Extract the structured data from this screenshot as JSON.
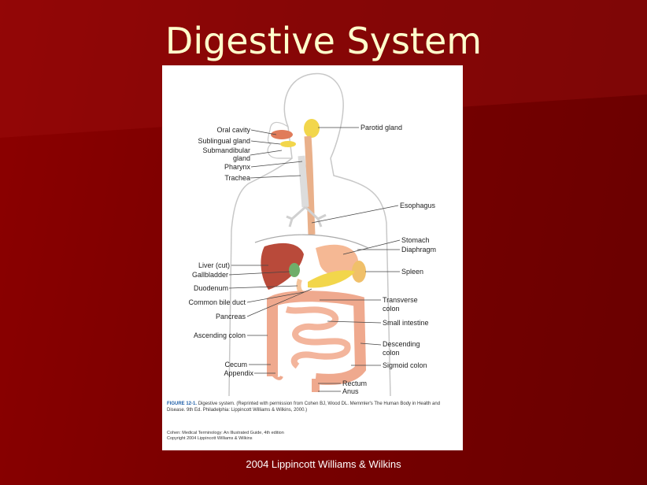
{
  "slide": {
    "title": "Digestive System",
    "footer": "2004 Lippincott Williams & Wilkins"
  },
  "figure": {
    "labels_left": [
      "Oral cavity",
      "Sublingual gland",
      "Submandibular",
      "gland",
      "Pharynx",
      "Trachea",
      "Liver (cut)",
      "Gallbladder",
      "Duodenum",
      "Common bile duct",
      "Pancreas",
      "Ascending colon",
      "Cecum",
      "Appendix"
    ],
    "labels_right": [
      "Parotid gland",
      "Esophagus",
      "Stomach",
      "Diaphragm",
      "Spleen",
      "Transverse",
      "colon",
      "Small intestine",
      "Descending",
      "colon",
      "Sigmoid colon"
    ],
    "labels_bottom": [
      "Rectum",
      "Anus"
    ],
    "caption_heading": "FIGURE 12-1.",
    "caption_text": "Digestive system. (Reprinted with permission from Cohen BJ, Wood DL. Memmler's The Human Body in Health and Disease. 9th Ed. Philadelphia: Lippincott Williams & Wilkins, 2000.)",
    "credit_line1": "Cohen: Medical Terminology: An Illustrated Guide, 4th edition",
    "credit_line2": "Copyright 2004 Lippincott Williams & Wilkins"
  },
  "colors": {
    "background": "#7a0000",
    "title_text": "#ffffcc",
    "caption_heading": "#1f5fa8"
  }
}
